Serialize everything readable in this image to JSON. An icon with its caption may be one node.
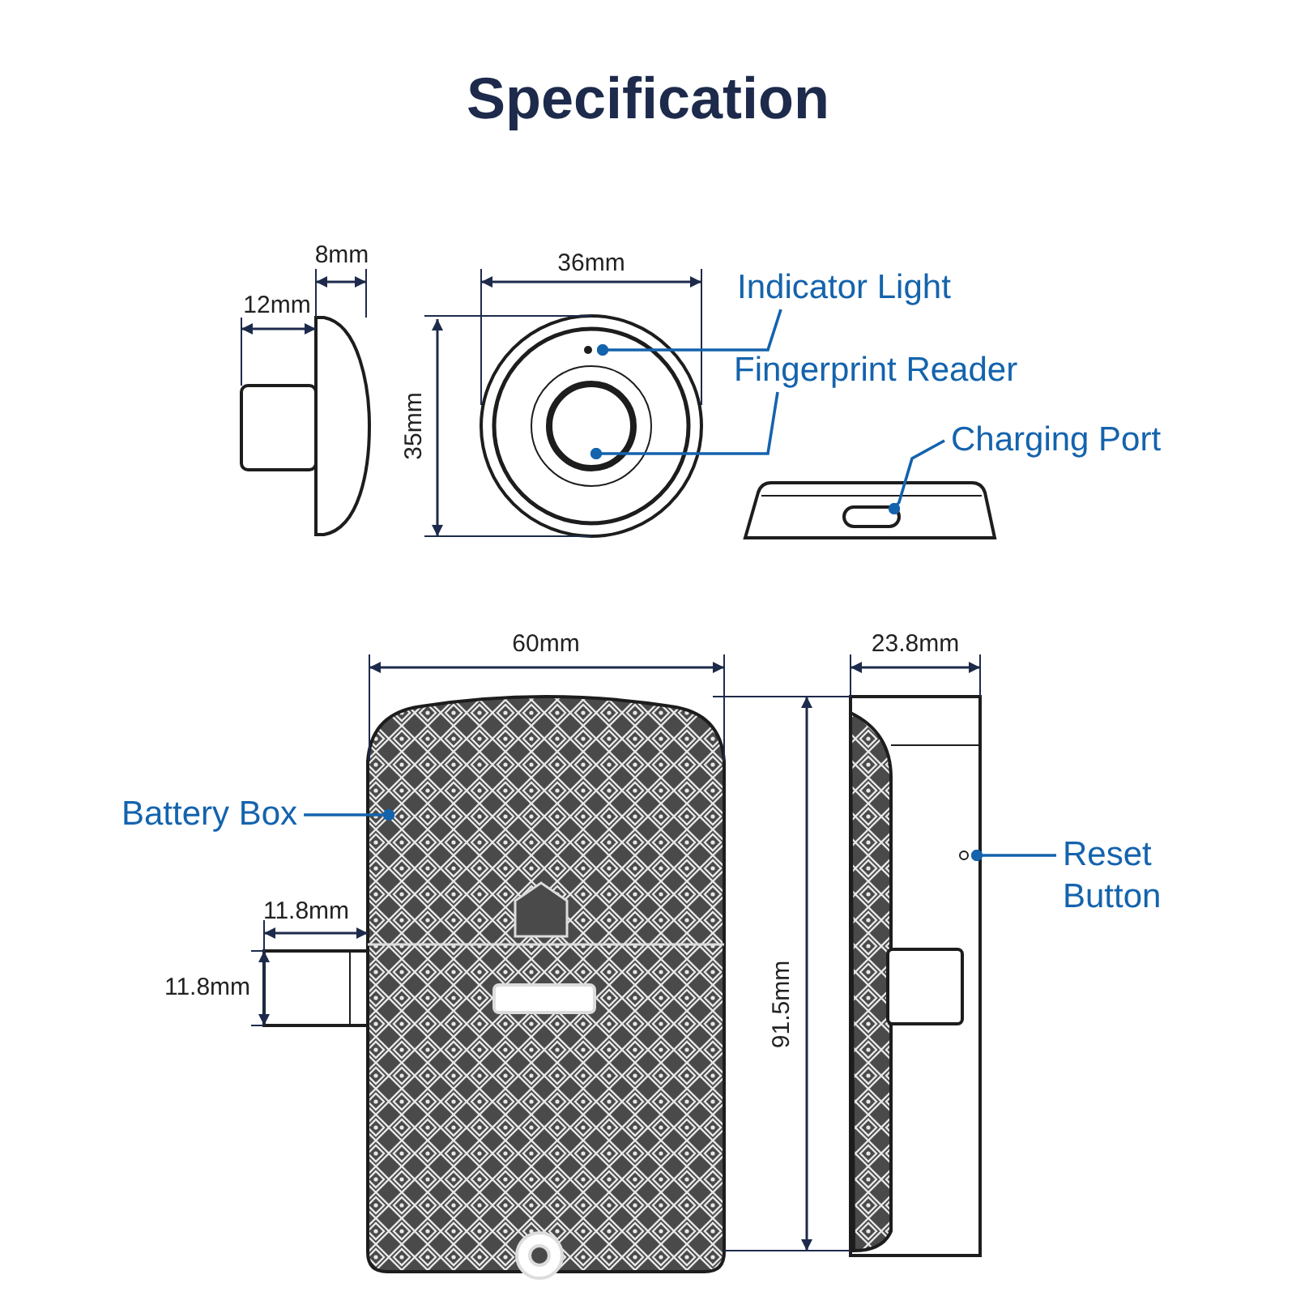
{
  "diagram": {
    "title": "Specification",
    "nodes": [
      {
        "text": [
          "Indicator Light"
        ]
      },
      {
        "text": [
          "Fingerprint Reader"
        ]
      },
      {
        "text": [
          "Charging Port"
        ]
      },
      {
        "text": [
          "Battery Box"
        ]
      },
      {
        "text": [
          "Reset Button"
        ]
      }
    ],
    "edges": [
      {
        "from": 0,
        "to": null,
        "arrow": "other"
      },
      {
        "from": 1,
        "to": null,
        "arrow": "other"
      },
      {
        "from": 2,
        "to": null,
        "arrow": "other"
      },
      {
        "from": 3,
        "to": null,
        "arrow": "other"
      },
      {
        "from": 4,
        "to": null,
        "arrow": "other"
      }
    ],
    "labels": [
      "8mm",
      "12mm",
      "36mm",
      "35mm",
      "60mm",
      "23.8mm",
      "11.8mm",
      "11.8mm",
      "91.5mm"
    ]
  }
}
